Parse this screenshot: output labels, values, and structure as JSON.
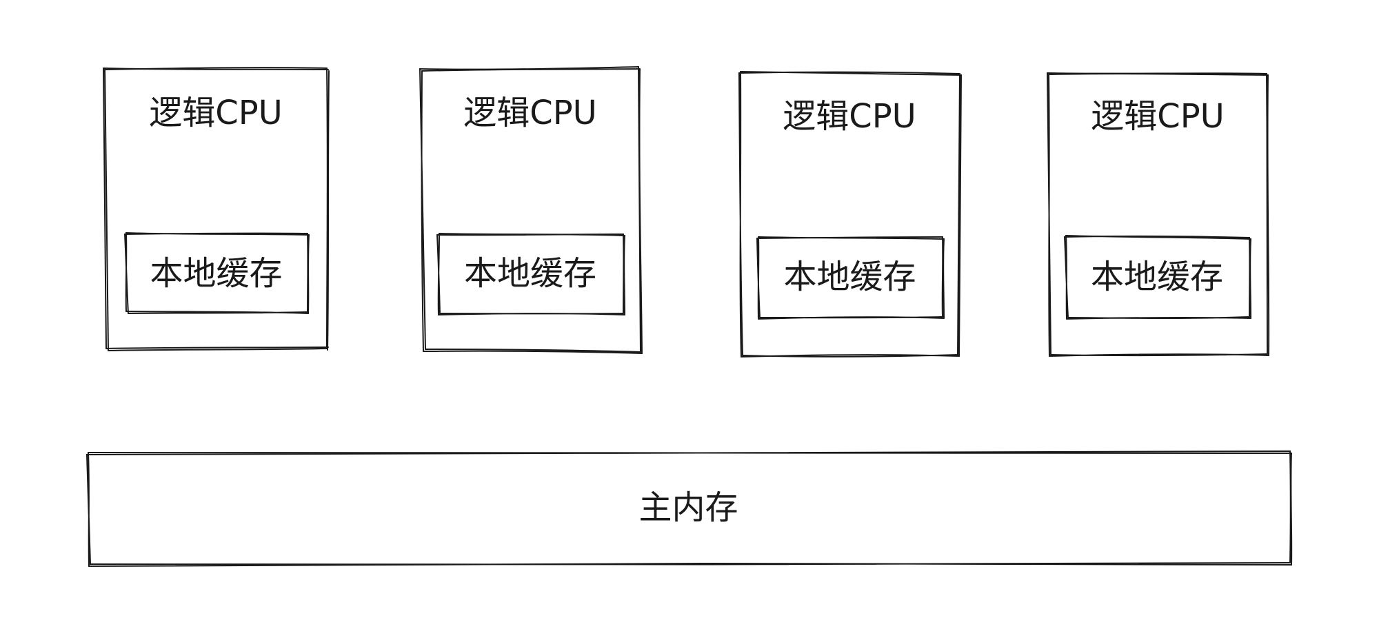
{
  "diagram": {
    "cpus": [
      {
        "label": "逻辑CPU",
        "cache_label": "本地缓存"
      },
      {
        "label": "逻辑CPU",
        "cache_label": "本地缓存"
      },
      {
        "label": "逻辑CPU",
        "cache_label": "本地缓存"
      },
      {
        "label": "逻辑CPU",
        "cache_label": "本地缓存"
      }
    ],
    "main_memory": {
      "label": "主内存"
    },
    "stroke_color": "#1a1a1a",
    "background_color": "#ffffff"
  }
}
